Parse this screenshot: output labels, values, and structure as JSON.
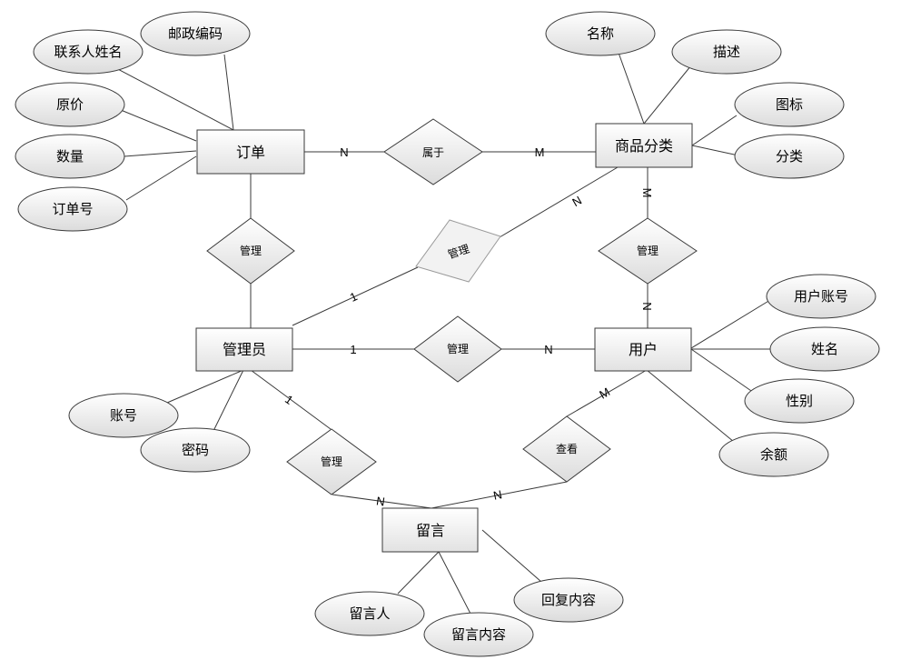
{
  "diagram": {
    "entities": {
      "order": "订单",
      "category": "商品分类",
      "admin": "管理员",
      "user": "用户",
      "message": "留言"
    },
    "relationships": {
      "belongs": "属于",
      "manage_order": "管理",
      "manage_category": "管理",
      "manage_user": "管理",
      "user_category": "管理",
      "manage_message": "管理",
      "view": "查看"
    },
    "attributes": {
      "contact_name": "联系人姓名",
      "postcode": "邮政编码",
      "orig_price": "原价",
      "quantity": "数量",
      "order_no": "订单号",
      "cat_name": "名称",
      "description": "描述",
      "icon": "图标",
      "classification": "分类",
      "account": "账号",
      "password": "密码",
      "user_account": "用户账号",
      "full_name": "姓名",
      "gender": "性别",
      "balance": "余额",
      "author": "留言人",
      "content": "留言内容",
      "reply": "回复内容"
    },
    "cardinalities": {
      "order_belongs": "N",
      "belongs_category": "M",
      "admin_category_admin": "1",
      "admin_category_category": "N",
      "category_user_category": "M",
      "category_user_user": "N",
      "admin_user_admin": "1",
      "admin_user_user": "N",
      "admin_message_admin": "1",
      "admin_message_message": "N",
      "user_message_user": "M",
      "user_message_message": "N"
    }
  }
}
